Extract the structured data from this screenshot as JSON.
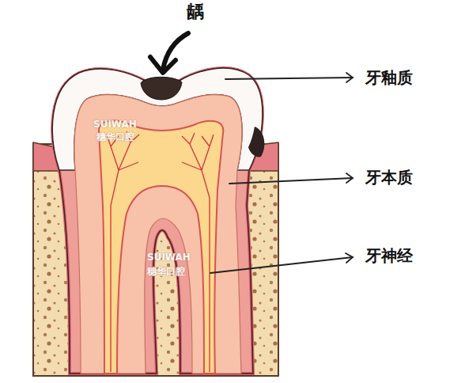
{
  "diagram": {
    "labels": [
      "龋",
      "牙釉质",
      "牙本质",
      "牙神经",
      "SUIWAH",
      "穗华口腔",
      "SUIWAH",
      "穗华口腔"
    ]
  }
}
